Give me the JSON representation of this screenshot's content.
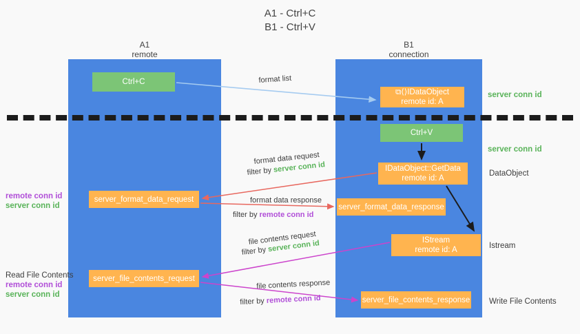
{
  "title": {
    "line1": "A1 - Ctrl+C",
    "line2": "B1 - Ctrl+V"
  },
  "lanes": [
    {
      "id": "a1",
      "name": "A1",
      "role": "remote",
      "color": "#4a86e0"
    },
    {
      "id": "b1",
      "name": "B1",
      "role": "connection",
      "color": "#4a86e0"
    }
  ],
  "colors": {
    "lane": "#4a86e0",
    "green_box": "#7cc576",
    "orange_box": "#ffb44f",
    "server_conn": "#59b359",
    "remote_conn": "#b14fd8",
    "arrow_blue": "#a5cbf0",
    "arrow_red": "#e8685f",
    "arrow_magenta": "#cc44cc",
    "arrow_black": "#1c1c1c",
    "divider": "#1c1c1c"
  },
  "boxes": {
    "ctrl_c": "Ctrl+C",
    "idataobject": "⧉⟨⟩IDataObject\nremote id: A",
    "idataobject_line1": "⧉⟨⟩IDataObject",
    "idataobject_line2": "remote id: A",
    "ctrl_v": "Ctrl+V",
    "getdata_line1": "IDataObject::GetData",
    "getdata_line2": "remote id: A",
    "format_data_request": "server_format_data_request",
    "format_data_response": "server_format_data_response",
    "istream_line1": "IStream",
    "istream_line2": "remote id: A",
    "file_contents_request": "server_file_contents_request",
    "file_contents_response": "server_file_contents_response"
  },
  "side_labels": {
    "server_conn_id": "server conn id",
    "remote_conn_id": "remote conn id",
    "read_file_contents": "Read File Contents",
    "dataobject": "DataObject",
    "istream": "Istream",
    "write_file_contents": "Write File Contents"
  },
  "edge_labels": {
    "format_list": "format list",
    "format_data_request": "format data request",
    "format_data_request_filter_prefix": "filter by ",
    "format_data_request_filter_value": "server conn id",
    "format_data_response": "format data response",
    "format_data_response_filter_prefix": "filter by ",
    "format_data_response_filter_value": "remote conn id",
    "file_contents_request": "file contents request",
    "file_contents_request_filter_prefix": "filter by ",
    "file_contents_request_filter_value": "server conn id",
    "file_contents_response": "file contents response",
    "file_contents_response_filter_prefix": "filter by ",
    "file_contents_response_filter_value": "remote conn id"
  }
}
